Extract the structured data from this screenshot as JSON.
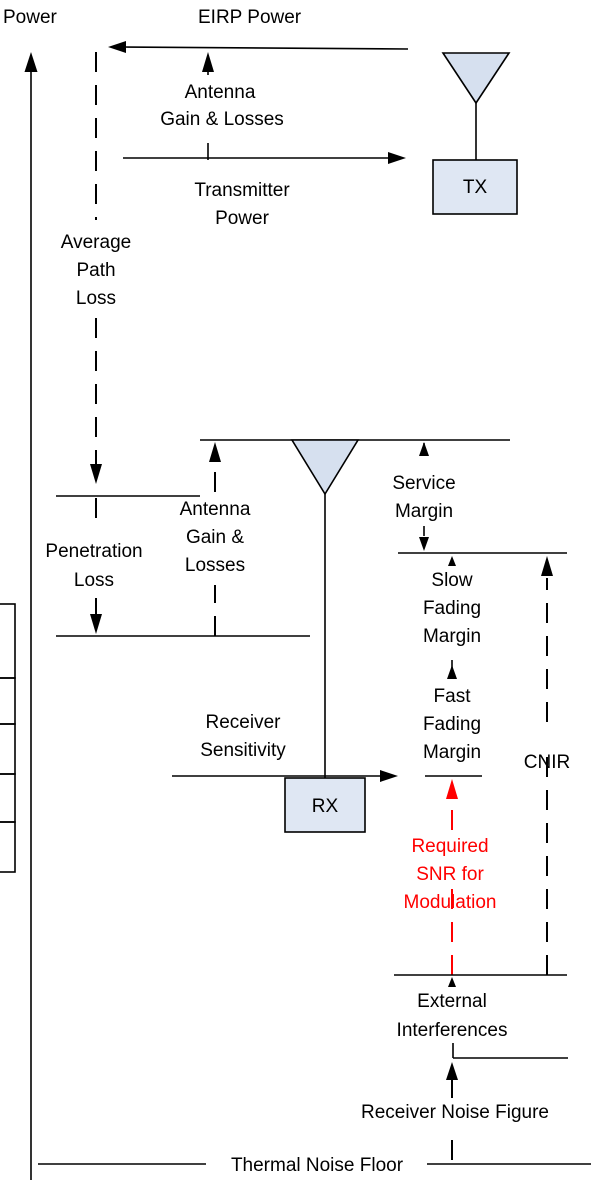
{
  "labels": {
    "power": "Power",
    "eirp_power": "EIRP Power",
    "antenna_gain_losses_tx": [
      "Antenna",
      "Gain & Losses"
    ],
    "transmitter_power": [
      "Transmitter",
      "Power"
    ],
    "tx": "TX",
    "average_path_loss": [
      "Average",
      "Path",
      "Loss"
    ],
    "penetration_loss": [
      "Penetration",
      "Loss"
    ],
    "antenna_gain_losses_rx": [
      "Antenna",
      "Gain &",
      "Losses"
    ],
    "service_margin": [
      "Service",
      "Margin"
    ],
    "slow_fading_margin": [
      "Slow",
      "Fading",
      "Margin"
    ],
    "fast_fading_margin": [
      "Fast",
      "Fading",
      "Margin"
    ],
    "receiver_sensitivity": [
      "Receiver",
      "Sensitivity"
    ],
    "rx": "RX",
    "cnir": "CNIR",
    "required_snr": [
      "Required",
      "SNR for",
      "Modulation"
    ],
    "external_interferences": [
      "External",
      "Interferences"
    ],
    "receiver_noise_figure": "Receiver Noise Figure",
    "thermal_noise_floor": "Thermal Noise Floor"
  },
  "colors": {
    "line": "#000000",
    "highlight": "#ff0000",
    "box_fill": "#dfe7f3",
    "antenna_fill": "#d6e0ef"
  }
}
